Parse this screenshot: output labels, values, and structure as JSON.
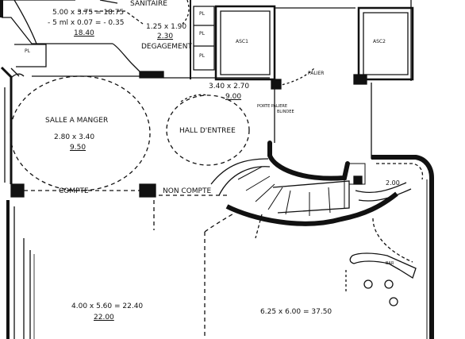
{
  "rooms": {
    "bathroom": {
      "title": "SANITAIRE",
      "calc1": "5.00 x 3.75 = 18.75",
      "calc2": "- 5 ml x 0.07 = - 0.35",
      "area": "18.40"
    },
    "hallway": {
      "dims": "1.25 x 1.90",
      "area": "2.30",
      "title": "DEGAGEMENT"
    },
    "dining": {
      "title": "SALLE A MANGER",
      "dims": "2.80 x 3.40",
      "area": "9.50"
    },
    "entrance": {
      "dims": "3.40 x 2.70",
      "area": "9.00",
      "title": "HALL D'ENTREE"
    },
    "landing": {
      "title": "PALIER"
    },
    "left_room": {
      "calc": "4.00 x 5.60 = 22.40",
      "area": "22.00"
    },
    "living": {
      "calc": "6.25 x 6.00 = 37.50",
      "area": "37.50"
    },
    "stair_corner": {
      "area": "2.00"
    }
  },
  "labels": {
    "cupboard": "PL",
    "lift1": "ASC1",
    "lift2": "ASC2",
    "door_line1": "PORTE PALIERE",
    "door_line2": "BLINDEE",
    "counted": "COMPTE",
    "not_counted": "NON COMPTE",
    "bar": "BAR"
  }
}
